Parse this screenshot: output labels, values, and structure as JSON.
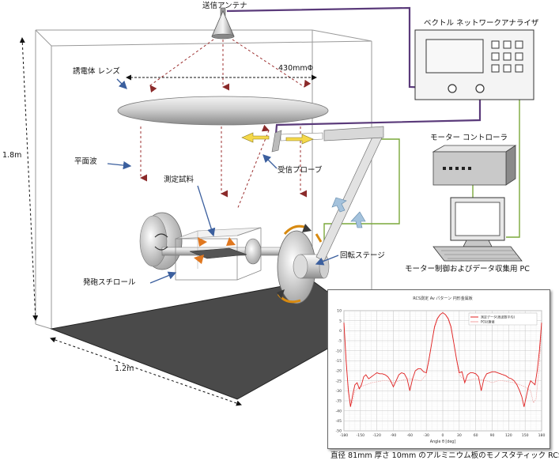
{
  "labels": {
    "transmit_antenna": "送信アンテナ",
    "vna": "ベクトル ネットワークアナライザ",
    "dielectric_lens": "誘電体 レンズ",
    "lens_diameter": "430mmΦ",
    "height": "1.8m",
    "plane_wave": "平面波",
    "receive_probe": "受信プローブ",
    "sample": "測定試料",
    "motor_controller": "モーター コントローラ",
    "rotation_stage": "回転ステージ",
    "styrofoam_roll": "発砲スチロール",
    "width": "1.2m",
    "pc": "モーター制御およびデータ収集用 PC",
    "caption": "直径 81mm  厚さ 10mm のアルミニウム板のモノスタティック RCS"
  },
  "chart_data": {
    "type": "line",
    "title": "RCS測定  Av パターン  円形金属板",
    "xlabel": "Angle θ [deg]",
    "ylabel": "",
    "xlim": [
      -180,
      180
    ],
    "ylim": [
      -50,
      10
    ],
    "x_ticks": [
      -180,
      -150,
      -120,
      -90,
      -60,
      -30,
      0,
      30,
      60,
      90,
      120,
      150,
      180
    ],
    "y_ticks": [
      10,
      5,
      0,
      -5,
      -10,
      -15,
      -20,
      -25,
      -30,
      -35,
      -40,
      -45,
      -50
    ],
    "grid": true,
    "legend_position": "top-right",
    "legend_entries": [
      "測定データ(周波数平均)",
      "PO計算値"
    ],
    "series": [
      {
        "name": "測定データ(周波数平均)",
        "color": "#e02020",
        "x": [
          -180,
          -176,
          -172,
          -168,
          -164,
          -160,
          -156,
          -152,
          -148,
          -144,
          -140,
          -135,
          -130,
          -125,
          -120,
          -115,
          -110,
          -105,
          -100,
          -95,
          -90,
          -85,
          -80,
          -75,
          -70,
          -65,
          -60,
          -55,
          -50,
          -45,
          -40,
          -35,
          -30,
          -25,
          -20,
          -15,
          -10,
          -5,
          0,
          5,
          10,
          15,
          20,
          25,
          30,
          35,
          40,
          45,
          50,
          55,
          60,
          65,
          70,
          75,
          80,
          85,
          90,
          95,
          100,
          105,
          110,
          115,
          120,
          125,
          130,
          135,
          140,
          144,
          148,
          152,
          156,
          160,
          164,
          168,
          172,
          176,
          180
        ],
        "y": [
          4,
          -15,
          -30,
          -38,
          -32,
          -27,
          -26,
          -29,
          -27,
          -23,
          -22,
          -24,
          -23,
          -22,
          -21,
          -21.5,
          -21.5,
          -22,
          -23,
          -25,
          -28,
          -25,
          -22,
          -21,
          -21.5,
          -24,
          -30,
          -24,
          -20,
          -19,
          -19,
          -20.5,
          -21,
          -14,
          -6,
          2,
          6,
          8,
          9,
          8,
          6,
          2,
          -6,
          -14,
          -21,
          -20.5,
          -26,
          -22,
          -21,
          -21,
          -21.5,
          -23,
          -30,
          -24,
          -21.5,
          -21,
          -20.5,
          -20.5,
          -21,
          -21.5,
          -22,
          -22.5,
          -23.5,
          -24,
          -25,
          -27,
          -30,
          -33,
          -38,
          -33,
          -28,
          -25,
          -26,
          -27,
          -20,
          -10,
          4
        ]
      },
      {
        "name": "PO計算値",
        "color": "#f0a0a0",
        "x": [
          -180,
          -175,
          -170,
          -165,
          -160,
          -150,
          -140,
          -130,
          -120,
          -110,
          -100,
          -90,
          -80,
          -70,
          -60,
          -50,
          -40,
          -30,
          -25,
          -20,
          -15,
          -10,
          -5,
          0,
          5,
          10,
          15,
          20,
          25,
          30,
          40,
          50,
          60,
          70,
          80,
          90,
          100,
          110,
          120,
          130,
          140,
          150,
          160,
          165,
          170,
          175,
          180
        ],
        "y": [
          2,
          -20,
          -34,
          -36,
          -30,
          -28,
          -27,
          -26,
          -25.5,
          -25,
          -25,
          -26,
          -25,
          -24.5,
          -24,
          -24.5,
          -25,
          -22,
          -15,
          -6,
          1,
          5.5,
          8,
          9,
          8,
          5.5,
          1,
          -6,
          -15,
          -22,
          -25,
          -24.5,
          -24,
          -24.5,
          -25,
          -26,
          -25,
          -25,
          -25.5,
          -26,
          -27,
          -28,
          -30,
          -36,
          -34,
          -20,
          2
        ]
      }
    ]
  }
}
